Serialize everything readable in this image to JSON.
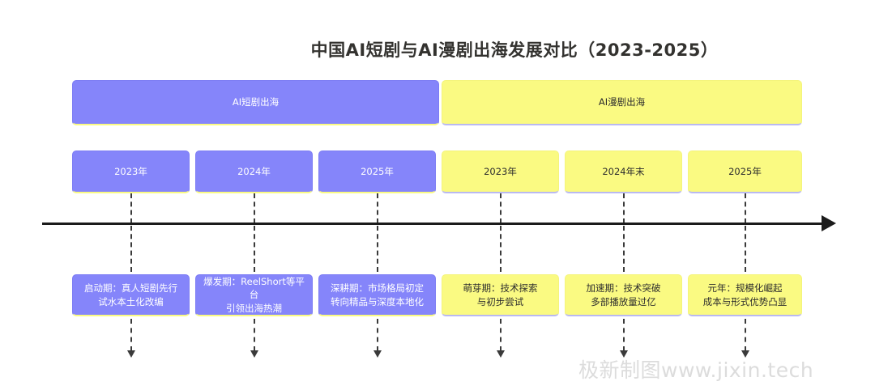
{
  "page": {
    "title": "中国AI短剧与AI漫剧出海发展对比（2023-2025）",
    "watermark": "极新制图www.jixin.tech"
  },
  "colors": {
    "purple": "#8585FA",
    "yellow": "#FAFA82",
    "purple_text": "#FFFFFF",
    "yellow_text": "#2D2D2D",
    "axis": "#1B1B1B",
    "background": "#FFFFFF",
    "watermark": "#DCDCDC"
  },
  "chart_data": {
    "type": "timeline",
    "title": "中国AI短剧与AI漫剧出海发展对比（2023-2025）",
    "axis": {
      "orientation": "horizontal",
      "direction": "left-to-right",
      "range": [
        "2023",
        "2025"
      ]
    },
    "tracks": [
      {
        "name": "AI短剧出海",
        "color": "#8585FA",
        "milestones": [
          {
            "year": "2023年",
            "phase": "启动期",
            "description": "启动期：真人短剧先行\n试水本土化改编"
          },
          {
            "year": "2024年",
            "phase": "爆发期",
            "description": "爆发期：ReelShort等平台\n引领出海热潮"
          },
          {
            "year": "2025年",
            "phase": "深耕期",
            "description": "深耕期：市场格局初定\n转向精品与深度本地化"
          }
        ]
      },
      {
        "name": "AI漫剧出海",
        "color": "#FAFA82",
        "milestones": [
          {
            "year": "2023年",
            "phase": "萌芽期",
            "description": "萌芽期：技术探索\n与初步尝试"
          },
          {
            "year": "2024年末",
            "phase": "加速期",
            "description": "加速期：技术突破\n多部播放量过亿"
          },
          {
            "year": "2025年",
            "phase": "元年",
            "description": "元年：规模化崛起\n成本与形式优势凸显"
          }
        ]
      }
    ]
  },
  "headers": {
    "left": "AI短剧出海",
    "right": "AI漫剧出海"
  },
  "years": {
    "left": [
      "2023年",
      "2024年",
      "2025年"
    ],
    "right": [
      "2023年",
      "2024年末",
      "2025年"
    ]
  },
  "descriptions": {
    "left": [
      "启动期：真人短剧先行\n试水本土化改编",
      "爆发期：ReelShort等平台\n引领出海热潮",
      "深耕期：市场格局初定\n转向精品与深度本地化"
    ],
    "right": [
      "萌芽期：技术探索\n与初步尝试",
      "加速期：技术突破\n多部播放量过亿",
      "元年：规模化崛起\n成本与形式优势凸显"
    ]
  }
}
